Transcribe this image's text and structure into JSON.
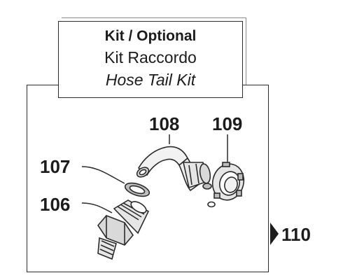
{
  "title": {
    "line1": "Kit / Optional",
    "line2": "Kit Raccordo",
    "line3": "Hose Tail Kit"
  },
  "parts": [
    {
      "number": "106",
      "icon": "threaded-fitting-icon"
    },
    {
      "number": "107",
      "icon": "o-ring-seal-icon"
    },
    {
      "number": "108",
      "icon": "elbow-hose-tail-icon"
    },
    {
      "number": "109",
      "icon": "ring-nut-icon"
    }
  ],
  "kit_reference": "110",
  "colors": {
    "line": "#2b2b2b",
    "fill": "#f2f2f2",
    "shade": "#bdbdbd"
  }
}
